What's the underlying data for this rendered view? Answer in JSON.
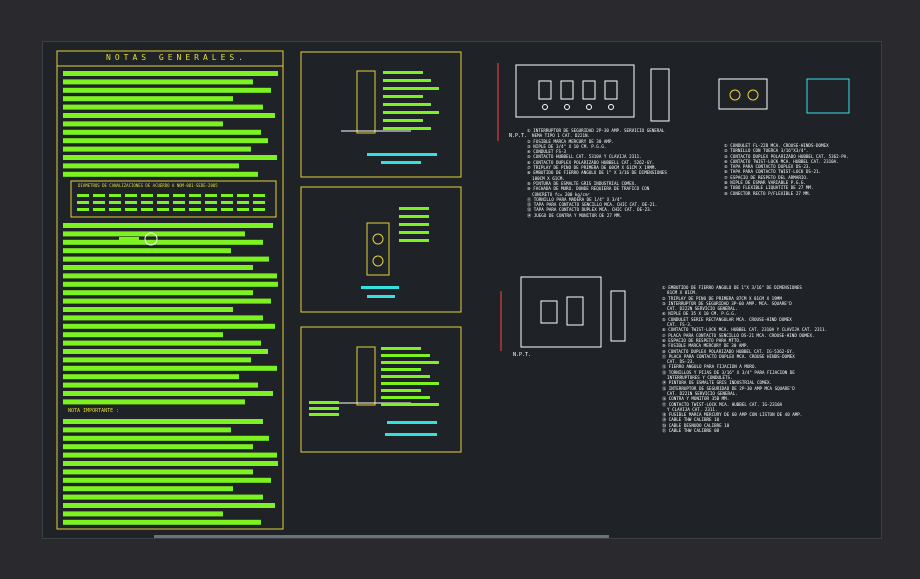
{
  "title": "NOTAS     GENERALES.",
  "note_important": "NOTA IMPORTANTE :",
  "table_title": "DIAMETROS DE CANALIZACIONES DE ACUERDO A NOM-001-SEDE-2005",
  "npt_label_1": "N.P.T.",
  "npt_label_2": "N.P.T.",
  "list_top_left": [
    "① INTERRUPTOR DE SEGURIDAD 2P-30 AMP. SERVICIO GENERAL",
    "  NEMA TIPO 1 CAT. D221N.",
    "② FUSIBLE MARCA MERCURY DE 30 AMP.",
    "③ NIPLE DE 3/4\" X 10 CM. P.G.G.",
    "④ CONDULET FS-3",
    "⑤ CONTACTO HUBBELL CAT. 5310A Y CLAVIJA 2311.",
    "⑥ CONTACTO DUPLEX POLARIZADO HUBBELL CAT. 5262-GY.",
    "⑦ TRIPLAY DE PINO DE PRIMERA DE 60CM X 61CM X 19MM.",
    "⑧ EMBUTIDO DE FIERRO ANGULO DE 1\" X 3/16 DE DIMENSIONES",
    "  180CM X 61CM.",
    "⑨ PINTURA DE ESMALTE GRIS INDUSTRIAL COMEX.",
    "⑩ FACHADA DE MURO. DONDE REQUIERA DE TRAFICO CON",
    "  CONCRETO fc= 200 kg/cm²",
    "⑪ TORNILLO PARA MADERA DE 1/4\" X 3/4\"",
    "⑫ TAPA PARA CONTACTO SENCILLO MCA. CHIC CAT. DE-21.",
    "⑬ TAPA PARA CONTACTO DUPLEX MCA. CHIC CAT. DE-23.",
    "⑭ JUEGO DE CONTRA Y MONITOR DE 27 MM."
  ],
  "list_top_right": [
    "① CONDULET FL-22B MCA. CROUSE-HINDS-DOMEX",
    "② TORNILLO CON TUERCA 3/16\"X3/4\".",
    "③ CONTACTO DUPLEX POLARIZADO HUBBEL CAT. 5362-PA.",
    "④ CONTACTO TWIST-LOCK MCA. HUBBEL CAT. 2310A.",
    "⑤ TAPA PARA CONTACTO DUPLEX DS-23.",
    "⑥ TAPA PARA CONTACTO TWIST-LOCK DS-21.",
    "⑦ ESPACIO DE RESPETO DEL ARMARIO.",
    "⑧ NIPLE DE ESMAR VARIABLE P.G.G.",
    "⑨ TUBO FLEXIBLE LIQUATITE DE 27 MM.",
    "⑩ CONECTOR RECTO P/FLEXIBLE 27 MM."
  ],
  "list_bottom": [
    "① EMBUTIDO DE FIERRO ANGULO DE 1\"X 3/16\" DE DIMENSIONES",
    "  81CM X 81CM.",
    "② TRIPLAY DE PINO DE PRIMERA 87CM X 81CM X 19MM",
    "③ INTERRUPTOR DE SEGURIDAD 3P-60 AMP. MCA. SQUARE'D",
    "  CAT. D222N SERVICIO GENERAL.",
    "④ NIPLE DE 35 X 10 CM. P.G.G.",
    "⑤ CONDULET SERIE RECTANGULAR MCA. CROUSE-HIND DOMEX",
    "  CAT. FS-3.",
    "⑥ CONTACTO TWIST-LOCK MCA. HUBBEL CAT. 2310A Y CLAVIJA CAT. 2311.",
    "⑦ PLACA PARA CONTACTO SENCILLO DS-21 MCA. CROUSE-HIND DOMEX.",
    "⑧ ESPACIO DE RESPETO PARA MTTO.",
    "⑨ FUSIBLE MARCA MERCURY DE 30 AMP.",
    "⑩ CONTACTO DUPLEX POLARIZADO HUBBEL CAT. IG-5362-GY.",
    "⑪ PLACA PARA CONTACTO DUPLEX MCA. CROUSE HINDS-DOMEX",
    "  CAT. DS-23.",
    "⑫ FIERRO ANGULO PARA FIJACION A MURO.",
    "⑬ TORNILLOS Y PIJAS DE 3/16\" X 3/4\" PARA FIJACION DE",
    "  INTERRUPTORES Y CONDULETS.",
    "⑭ PINTURA DE ESMALTE GRIS INDUSTRIAL COMEX.",
    "⑮ INTERRUPTOR DE SEGURIDAD DE 2P-30 AMP MCA SQUARE'D",
    "  CAT. D221N SERVICIO GENERAL.",
    "⑯ CONTRA Y MONITOR 35B MM.",
    "⑰ CONTACTO TWIST-LOCK MCA. HUBBEL CAT. IG-2310A",
    "  Y CLAVIJA CAT. 2311.",
    "⑱ FUSIBLE MARCA MERCURY DE 60 AMP CON LISTON DE 40 AMP.",
    "⑲ CABLE THW CALIBRE 10",
    "⑳ CABLE DESNUDO CALIBRE 10",
    "㉑ CABLE THW CALIBRE 08"
  ],
  "colors": {
    "background": "#1f2327",
    "note_fill": "#7cf321",
    "frame": "#e6d13a",
    "cyan": "#33e0e0",
    "white": "#ffffff"
  }
}
